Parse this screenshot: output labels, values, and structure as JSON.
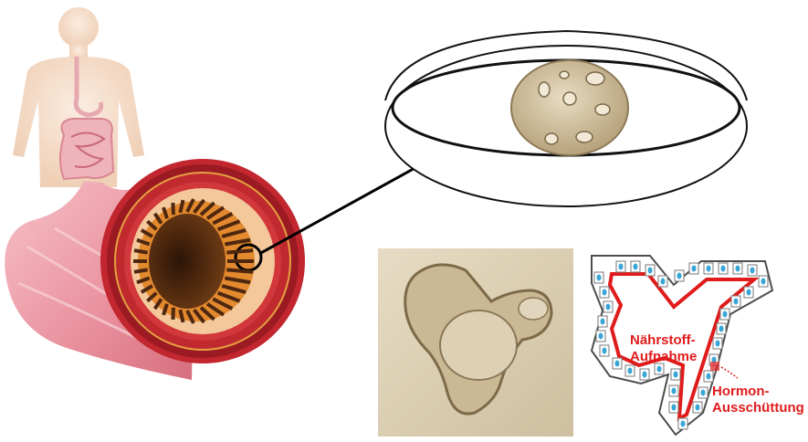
{
  "labels": {
    "nutrient_line1": "Nährstoff-",
    "nutrient_line2": "Aufnahme",
    "hormone_line1": "Hormon-",
    "hormone_line2": "Ausschüttung"
  },
  "colors": {
    "body_skin": "#f3dcc4",
    "intestine_pink": "#eea7b0",
    "outer_muscle": "#b5202a",
    "mucosa_orange": "#e3892e",
    "lumen_dark": "#4d2710",
    "organoid_tan": "#cbb894",
    "label_red": "#e01b1b",
    "cell_blue": "#3aa6d8"
  },
  "icons": [
    "human-silhouette-icon",
    "petri-dish-icon",
    "arrow-icon"
  ]
}
